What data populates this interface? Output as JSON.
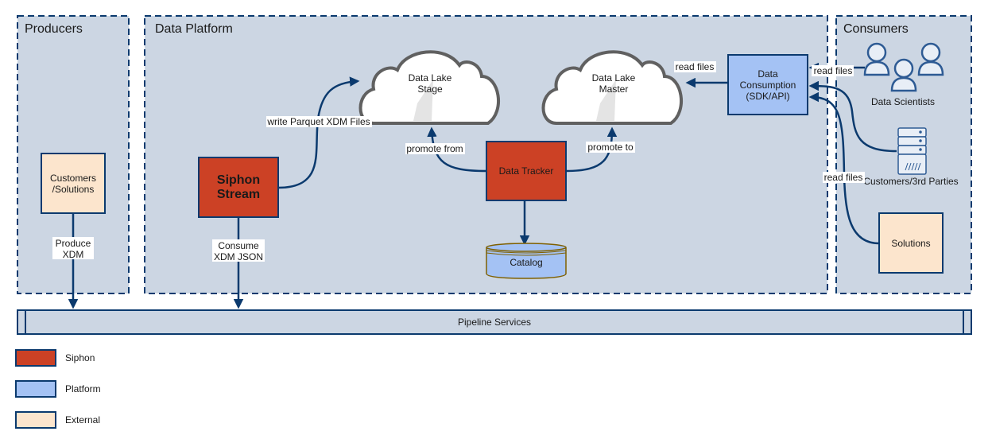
{
  "groups": {
    "producers": {
      "title": "Producers"
    },
    "platform": {
      "title": "Data Platform"
    },
    "consumers": {
      "title": "Consumers"
    }
  },
  "nodes": {
    "customers_solutions": {
      "line1": "Customers",
      "line2": "/Solutions"
    },
    "siphon_stream": {
      "line1": "Siphon",
      "line2": "Stream"
    },
    "lake_stage": {
      "line1": "Data Lake",
      "line2": "Stage"
    },
    "lake_master": {
      "line1": "Data Lake",
      "line2": "Master"
    },
    "data_tracker": {
      "label": "Data Tracker"
    },
    "catalog": {
      "label": "Catalog"
    },
    "data_consumption": {
      "line1": "Data",
      "line2": "Consumption",
      "line3": "(SDK/API)"
    },
    "data_scientists": {
      "label": "Data Scientists"
    },
    "customers_3rd": {
      "label": "Customers/3rd Parties"
    },
    "solutions": {
      "label": "Solutions"
    },
    "pipeline": {
      "label": "Pipeline Services"
    }
  },
  "edges": {
    "produce_xdm": {
      "line1": "Produce",
      "line2": "XDM"
    },
    "consume_xdm": {
      "line1": "Consume",
      "line2": "XDM JSON"
    },
    "write_parquet": {
      "label": "write Parquet XDM Files"
    },
    "promote_from": {
      "label": "promote from"
    },
    "promote_to": {
      "label": "promote to"
    },
    "read_files_master": {
      "label": "read files"
    },
    "read_files_scientists": {
      "label": "read files"
    },
    "read_files_solutions": {
      "label": "read files"
    }
  },
  "legend": [
    {
      "label": "Siphon",
      "color": "#cc4125"
    },
    {
      "label": "Platform",
      "color": "#a4c2f4"
    },
    {
      "label": "External",
      "color": "#fce5cd"
    }
  ],
  "colors": {
    "group_bg": "#ccd6e3",
    "stroke": "#0b3a6e",
    "siphon": "#cc4125",
    "platform": "#a4c2f4",
    "external": "#fce5cd"
  }
}
